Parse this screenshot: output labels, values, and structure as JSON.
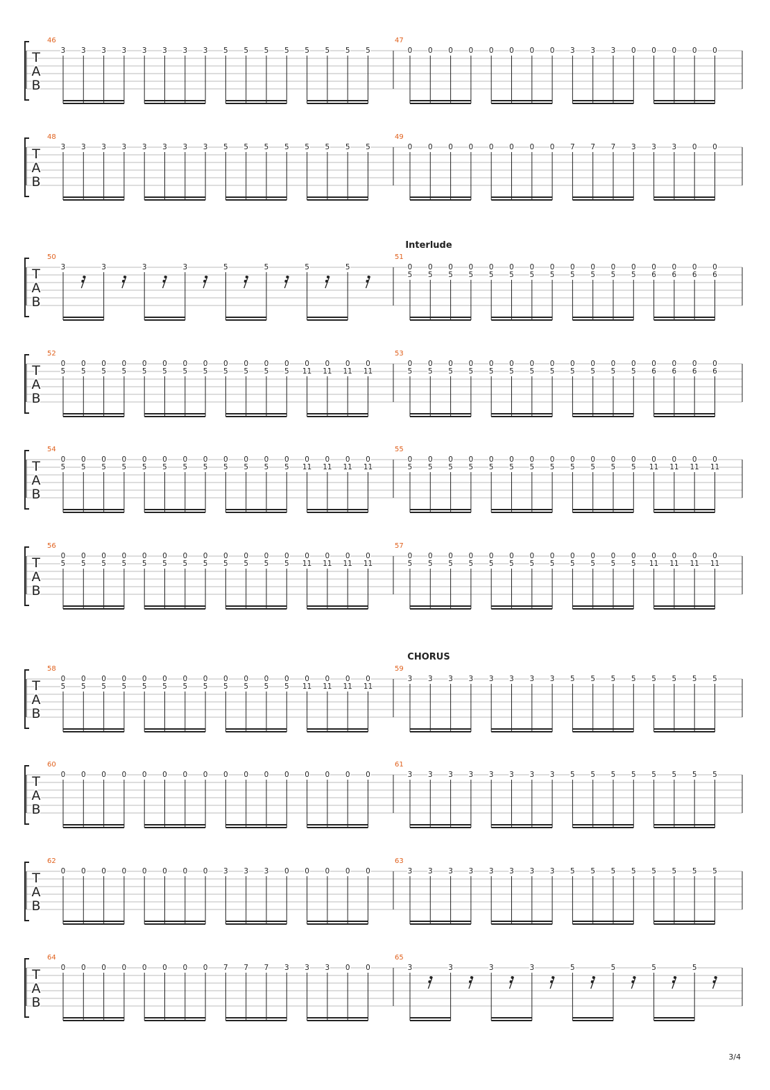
{
  "page": {
    "page_number": "3/4",
    "tab_clef": [
      "T",
      "A",
      "B"
    ],
    "colors": {
      "measure_number": "#e0601c",
      "ink": "#222222",
      "staff_line": "#bbbbbb"
    }
  },
  "systems": [
    {
      "section": "",
      "measures": [
        {
          "number": "46",
          "notes": [
            [
              "3"
            ],
            [
              "3"
            ],
            [
              "3"
            ],
            [
              "3"
            ],
            [
              "3"
            ],
            [
              "3"
            ],
            [
              "3"
            ],
            [
              "3"
            ],
            [
              "5"
            ],
            [
              "5"
            ],
            [
              "5"
            ],
            [
              "5"
            ],
            [
              "5"
            ],
            [
              "5"
            ],
            [
              "5"
            ],
            [
              "5"
            ]
          ]
        },
        {
          "number": "47",
          "notes": [
            [
              "0"
            ],
            [
              "0"
            ],
            [
              "0"
            ],
            [
              "0"
            ],
            [
              "0"
            ],
            [
              "0"
            ],
            [
              "0"
            ],
            [
              "0"
            ],
            [
              "3"
            ],
            [
              "3"
            ],
            [
              "3"
            ],
            [
              "0"
            ],
            [
              "0"
            ],
            [
              "0"
            ],
            [
              "0"
            ],
            [
              "0"
            ]
          ]
        }
      ]
    },
    {
      "section": "",
      "measures": [
        {
          "number": "48",
          "notes": [
            [
              "3"
            ],
            [
              "3"
            ],
            [
              "3"
            ],
            [
              "3"
            ],
            [
              "3"
            ],
            [
              "3"
            ],
            [
              "3"
            ],
            [
              "3"
            ],
            [
              "5"
            ],
            [
              "5"
            ],
            [
              "5"
            ],
            [
              "5"
            ],
            [
              "5"
            ],
            [
              "5"
            ],
            [
              "5"
            ],
            [
              "5"
            ]
          ]
        },
        {
          "number": "49",
          "notes": [
            [
              "0"
            ],
            [
              "0"
            ],
            [
              "0"
            ],
            [
              "0"
            ],
            [
              "0"
            ],
            [
              "0"
            ],
            [
              "0"
            ],
            [
              "0"
            ],
            [
              "7"
            ],
            [
              "7"
            ],
            [
              "7"
            ],
            [
              "3"
            ],
            [
              "3"
            ],
            [
              "3"
            ],
            [
              "0"
            ],
            [
              "0"
            ]
          ]
        }
      ]
    },
    {
      "section": "Interlude",
      "measures": [
        {
          "number": "50",
          "notes": [
            [
              "3"
            ],
            [
              "rest"
            ],
            [
              "3"
            ],
            [
              "rest"
            ],
            [
              "3"
            ],
            [
              "rest"
            ],
            [
              "3"
            ],
            [
              "rest"
            ],
            [
              "5"
            ],
            [
              "rest"
            ],
            [
              "5"
            ],
            [
              "rest"
            ],
            [
              "5"
            ],
            [
              "rest"
            ],
            [
              "5"
            ],
            [
              "rest"
            ]
          ]
        },
        {
          "number": "51",
          "notes": [
            [
              "0",
              "5"
            ],
            [
              "0",
              "5"
            ],
            [
              "0",
              "5"
            ],
            [
              "0",
              "5"
            ],
            [
              "0",
              "5"
            ],
            [
              "0",
              "5"
            ],
            [
              "0",
              "5"
            ],
            [
              "0",
              "5"
            ],
            [
              "0",
              "5"
            ],
            [
              "0",
              "5"
            ],
            [
              "0",
              "5"
            ],
            [
              "0",
              "5"
            ],
            [
              "0",
              "6"
            ],
            [
              "0",
              "6"
            ],
            [
              "0",
              "6"
            ],
            [
              "0",
              "6"
            ]
          ]
        }
      ]
    },
    {
      "section": "",
      "measures": [
        {
          "number": "52",
          "notes": [
            [
              "0",
              "5"
            ],
            [
              "0",
              "5"
            ],
            [
              "0",
              "5"
            ],
            [
              "0",
              "5"
            ],
            [
              "0",
              "5"
            ],
            [
              "0",
              "5"
            ],
            [
              "0",
              "5"
            ],
            [
              "0",
              "5"
            ],
            [
              "0",
              "5"
            ],
            [
              "0",
              "5"
            ],
            [
              "0",
              "5"
            ],
            [
              "0",
              "5"
            ],
            [
              "0",
              "11"
            ],
            [
              "0",
              "11"
            ],
            [
              "0",
              "11"
            ],
            [
              "0",
              "11"
            ]
          ]
        },
        {
          "number": "53",
          "notes": [
            [
              "0",
              "5"
            ],
            [
              "0",
              "5"
            ],
            [
              "0",
              "5"
            ],
            [
              "0",
              "5"
            ],
            [
              "0",
              "5"
            ],
            [
              "0",
              "5"
            ],
            [
              "0",
              "5"
            ],
            [
              "0",
              "5"
            ],
            [
              "0",
              "5"
            ],
            [
              "0",
              "5"
            ],
            [
              "0",
              "5"
            ],
            [
              "0",
              "5"
            ],
            [
              "0",
              "6"
            ],
            [
              "0",
              "6"
            ],
            [
              "0",
              "6"
            ],
            [
              "0",
              "6"
            ]
          ]
        }
      ]
    },
    {
      "section": "",
      "measures": [
        {
          "number": "54",
          "notes": [
            [
              "0",
              "5"
            ],
            [
              "0",
              "5"
            ],
            [
              "0",
              "5"
            ],
            [
              "0",
              "5"
            ],
            [
              "0",
              "5"
            ],
            [
              "0",
              "5"
            ],
            [
              "0",
              "5"
            ],
            [
              "0",
              "5"
            ],
            [
              "0",
              "5"
            ],
            [
              "0",
              "5"
            ],
            [
              "0",
              "5"
            ],
            [
              "0",
              "5"
            ],
            [
              "0",
              "11"
            ],
            [
              "0",
              "11"
            ],
            [
              "0",
              "11"
            ],
            [
              "0",
              "11"
            ]
          ]
        },
        {
          "number": "55",
          "notes": [
            [
              "0",
              "5"
            ],
            [
              "0",
              "5"
            ],
            [
              "0",
              "5"
            ],
            [
              "0",
              "5"
            ],
            [
              "0",
              "5"
            ],
            [
              "0",
              "5"
            ],
            [
              "0",
              "5"
            ],
            [
              "0",
              "5"
            ],
            [
              "0",
              "5"
            ],
            [
              "0",
              "5"
            ],
            [
              "0",
              "5"
            ],
            [
              "0",
              "5"
            ],
            [
              "0",
              "11"
            ],
            [
              "0",
              "11"
            ],
            [
              "0",
              "11"
            ],
            [
              "0",
              "11"
            ]
          ]
        }
      ]
    },
    {
      "section": "",
      "measures": [
        {
          "number": "56",
          "notes": [
            [
              "0",
              "5"
            ],
            [
              "0",
              "5"
            ],
            [
              "0",
              "5"
            ],
            [
              "0",
              "5"
            ],
            [
              "0",
              "5"
            ],
            [
              "0",
              "5"
            ],
            [
              "0",
              "5"
            ],
            [
              "0",
              "5"
            ],
            [
              "0",
              "5"
            ],
            [
              "0",
              "5"
            ],
            [
              "0",
              "5"
            ],
            [
              "0",
              "5"
            ],
            [
              "0",
              "11"
            ],
            [
              "0",
              "11"
            ],
            [
              "0",
              "11"
            ],
            [
              "0",
              "11"
            ]
          ]
        },
        {
          "number": "57",
          "notes": [
            [
              "0",
              "5"
            ],
            [
              "0",
              "5"
            ],
            [
              "0",
              "5"
            ],
            [
              "0",
              "5"
            ],
            [
              "0",
              "5"
            ],
            [
              "0",
              "5"
            ],
            [
              "0",
              "5"
            ],
            [
              "0",
              "5"
            ],
            [
              "0",
              "5"
            ],
            [
              "0",
              "5"
            ],
            [
              "0",
              "5"
            ],
            [
              "0",
              "5"
            ],
            [
              "0",
              "11"
            ],
            [
              "0",
              "11"
            ],
            [
              "0",
              "11"
            ],
            [
              "0",
              "11"
            ]
          ]
        }
      ]
    },
    {
      "section": "CHORUS",
      "measures": [
        {
          "number": "58",
          "notes": [
            [
              "0",
              "5"
            ],
            [
              "0",
              "5"
            ],
            [
              "0",
              "5"
            ],
            [
              "0",
              "5"
            ],
            [
              "0",
              "5"
            ],
            [
              "0",
              "5"
            ],
            [
              "0",
              "5"
            ],
            [
              "0",
              "5"
            ],
            [
              "0",
              "5"
            ],
            [
              "0",
              "5"
            ],
            [
              "0",
              "5"
            ],
            [
              "0",
              "5"
            ],
            [
              "0",
              "11"
            ],
            [
              "0",
              "11"
            ],
            [
              "0",
              "11"
            ],
            [
              "0",
              "11"
            ]
          ]
        },
        {
          "number": "59",
          "notes": [
            [
              "3"
            ],
            [
              "3"
            ],
            [
              "3"
            ],
            [
              "3"
            ],
            [
              "3"
            ],
            [
              "3"
            ],
            [
              "3"
            ],
            [
              "3"
            ],
            [
              "5"
            ],
            [
              "5"
            ],
            [
              "5"
            ],
            [
              "5"
            ],
            [
              "5"
            ],
            [
              "5"
            ],
            [
              "5"
            ],
            [
              "5"
            ]
          ]
        }
      ]
    },
    {
      "section": "",
      "measures": [
        {
          "number": "60",
          "notes": [
            [
              "0"
            ],
            [
              "0"
            ],
            [
              "0"
            ],
            [
              "0"
            ],
            [
              "0"
            ],
            [
              "0"
            ],
            [
              "0"
            ],
            [
              "0"
            ],
            [
              "0"
            ],
            [
              "0"
            ],
            [
              "0"
            ],
            [
              "0"
            ],
            [
              "0"
            ],
            [
              "0"
            ],
            [
              "0"
            ],
            [
              "0"
            ]
          ]
        },
        {
          "number": "61",
          "notes": [
            [
              "3"
            ],
            [
              "3"
            ],
            [
              "3"
            ],
            [
              "3"
            ],
            [
              "3"
            ],
            [
              "3"
            ],
            [
              "3"
            ],
            [
              "3"
            ],
            [
              "5"
            ],
            [
              "5"
            ],
            [
              "5"
            ],
            [
              "5"
            ],
            [
              "5"
            ],
            [
              "5"
            ],
            [
              "5"
            ],
            [
              "5"
            ]
          ]
        }
      ]
    },
    {
      "section": "",
      "measures": [
        {
          "number": "62",
          "notes": [
            [
              "0"
            ],
            [
              "0"
            ],
            [
              "0"
            ],
            [
              "0"
            ],
            [
              "0"
            ],
            [
              "0"
            ],
            [
              "0"
            ],
            [
              "0"
            ],
            [
              "3"
            ],
            [
              "3"
            ],
            [
              "3"
            ],
            [
              "0"
            ],
            [
              "0"
            ],
            [
              "0"
            ],
            [
              "0"
            ],
            [
              "0"
            ]
          ]
        },
        {
          "number": "63",
          "notes": [
            [
              "3"
            ],
            [
              "3"
            ],
            [
              "3"
            ],
            [
              "3"
            ],
            [
              "3"
            ],
            [
              "3"
            ],
            [
              "3"
            ],
            [
              "3"
            ],
            [
              "5"
            ],
            [
              "5"
            ],
            [
              "5"
            ],
            [
              "5"
            ],
            [
              "5"
            ],
            [
              "5"
            ],
            [
              "5"
            ],
            [
              "5"
            ]
          ]
        }
      ]
    },
    {
      "section": "",
      "measures": [
        {
          "number": "64",
          "notes": [
            [
              "0"
            ],
            [
              "0"
            ],
            [
              "0"
            ],
            [
              "0"
            ],
            [
              "0"
            ],
            [
              "0"
            ],
            [
              "0"
            ],
            [
              "0"
            ],
            [
              "7"
            ],
            [
              "7"
            ],
            [
              "7"
            ],
            [
              "3"
            ],
            [
              "3"
            ],
            [
              "3"
            ],
            [
              "0"
            ],
            [
              "0"
            ]
          ]
        },
        {
          "number": "65",
          "notes": [
            [
              "3"
            ],
            [
              "rest"
            ],
            [
              "3"
            ],
            [
              "rest"
            ],
            [
              "3"
            ],
            [
              "rest"
            ],
            [
              "3"
            ],
            [
              "rest"
            ],
            [
              "5"
            ],
            [
              "rest"
            ],
            [
              "5"
            ],
            [
              "rest"
            ],
            [
              "5"
            ],
            [
              "rest"
            ],
            [
              "5"
            ],
            [
              "rest"
            ]
          ]
        }
      ]
    }
  ]
}
